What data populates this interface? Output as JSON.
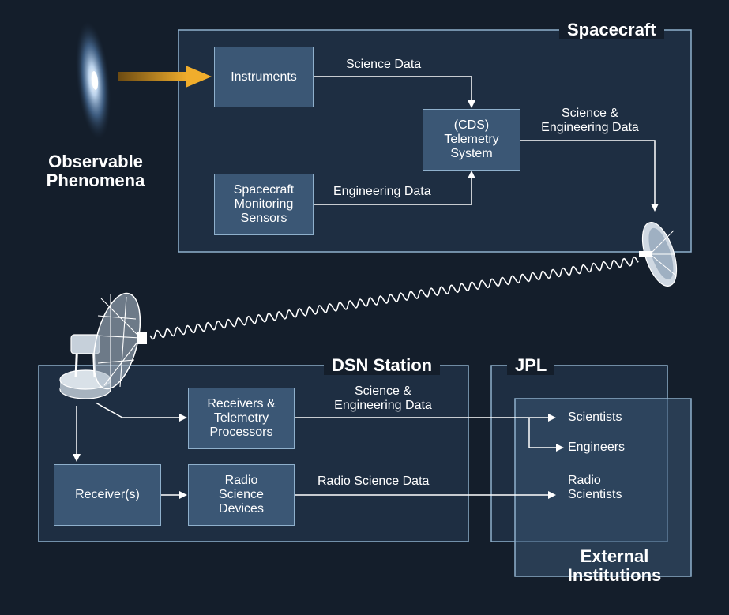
{
  "colors": {
    "background": "#141e2b",
    "region_fill": "#1e2e42",
    "region_border": "#8fb0cc",
    "box_fill": "#3b5775",
    "arrow_input": "#e8a628",
    "line": "#ffffff"
  },
  "source": {
    "label": "Observable\nPhenomena",
    "icon": "galaxy-icon"
  },
  "regions": {
    "spacecraft": "Spacecraft",
    "dsn": "DSN Station",
    "jpl": "JPL",
    "external": "External\nInstitutions"
  },
  "boxes": {
    "instruments": "Instruments",
    "sc_sensors": "Spacecraft\nMonitoring\nSensors",
    "cds": "(CDS)\nTelemetry\nSystem",
    "receivers_telemetry": "Receivers &\nTelemetry\nProcessors",
    "receivers": "Receiver(s)",
    "radio_science_devices": "Radio\nScience\nDevices"
  },
  "flows": {
    "science_data": "Science Data",
    "engineering_data": "Engineering Data",
    "sci_eng_spacecraft": "Science &\nEngineering Data",
    "sci_eng_ground": "Science &\nEngineering Data",
    "radio_science_data": "Radio Science Data"
  },
  "destinations": {
    "scientists": "Scientists",
    "engineers": "Engineers",
    "radio_scientists": "Radio\nScientists"
  },
  "icons": {
    "spacecraft_antenna": "spacecraft-antenna-icon",
    "dsn_dish": "dsn-dish-icon",
    "radio_link": "radio-wave-icon"
  }
}
